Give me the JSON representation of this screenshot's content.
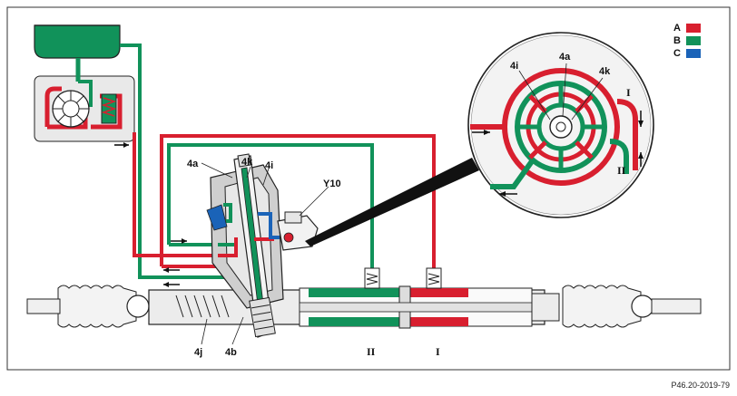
{
  "legend": {
    "items": [
      {
        "key": "A",
        "color": "#d81f2f"
      },
      {
        "key": "B",
        "color": "#11925a"
      },
      {
        "key": "C",
        "color": "#1a63b8"
      }
    ]
  },
  "colors": {
    "red": "#d81f2f",
    "green": "#11925a",
    "blue": "#1a63b8",
    "housing": "#e6e6e6",
    "outline": "#222222"
  },
  "labels": {
    "4a": "4a",
    "4k": "4k",
    "4i": "4i",
    "y10": "Y10",
    "4j": "4j",
    "4b": "4b",
    "chamber_ii": "II",
    "chamber_i": "I",
    "detail_4i": "4i",
    "detail_4a": "4a",
    "detail_4k": "4k",
    "detail_i": "I",
    "detail_ii": "II"
  },
  "reference": "P46.20-2019-79"
}
